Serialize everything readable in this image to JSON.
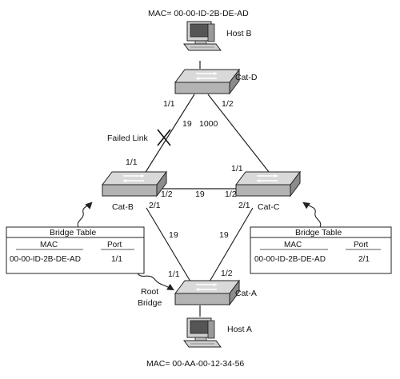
{
  "colors": {
    "line": "#222222",
    "switch_top": "#d9d9d9",
    "switch_side": "#8c8c8c",
    "switch_front": "#b3b3b3",
    "panel": "#ffffff"
  },
  "host_b": {
    "mac_label": "MAC= 00-00-ID-2B-DE-AD",
    "name": "Host B"
  },
  "host_a": {
    "mac_label": "MAC= 00-AA-00-12-34-56",
    "name": "Host A"
  },
  "switches": {
    "cat_d": {
      "name": "Cat-D"
    },
    "cat_b": {
      "name": "Cat-B"
    },
    "cat_c": {
      "name": "Cat-C"
    },
    "cat_a": {
      "name": "Cat-A"
    }
  },
  "ports": {
    "d_left": "1/1",
    "d_right": "1/2",
    "b_top": "1/1",
    "b_right": "1/2",
    "b_bottom": "2/1",
    "c_top": "1/1",
    "c_left": "1/2",
    "c_bottom": "2/1",
    "a_left": "1/1",
    "a_right": "1/2"
  },
  "costs": {
    "d_b": "19",
    "d_c": "1000",
    "b_c": "19",
    "b_a": "19",
    "c_a": "19"
  },
  "annotations": {
    "failed_link": "Failed Link",
    "root_line1": "Root",
    "root_line2": "Bridge"
  },
  "bridge_table_left": {
    "title": "Bridge Table",
    "col_mac": "MAC",
    "col_port": "Port",
    "mac": "00-00-ID-2B-DE-AD",
    "port": "1/1"
  },
  "bridge_table_right": {
    "title": "Bridge Table",
    "col_mac": "MAC",
    "col_port": "Port",
    "mac": "00-00-ID-2B-DE-AD",
    "port": "2/1"
  }
}
